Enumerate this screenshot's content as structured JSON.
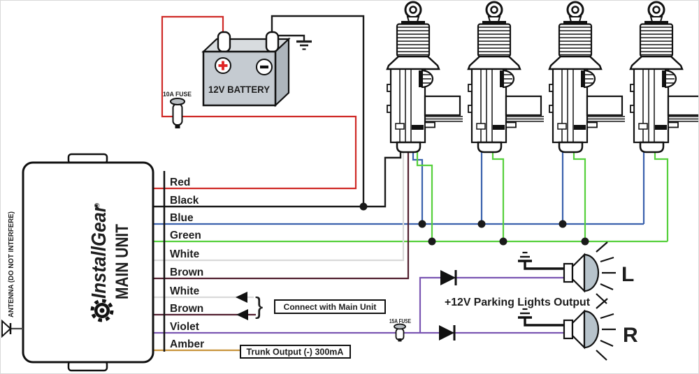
{
  "colors": {
    "red": "#cf2a27",
    "black": "#1a1a1a",
    "blue": "#3a61ad",
    "green": "#56d03c",
    "white": "#d9d9d9",
    "brown": "#522030",
    "violet": "#7a55b2",
    "amber": "#c8943c",
    "battery_front": "#c5cbd1",
    "battery_top": "#d8dcdf",
    "battery_side": "#adb5bc",
    "lamp_dome": "#b7c3cb",
    "fuse_cap": "#b9bec2",
    "plus_red": "#e02424"
  },
  "main_unit": {
    "brand": "InstallGear",
    "registered": "®",
    "title": "MAIN UNIT",
    "antenna_label": "ANTENNA (DO NOT INTERFERE)"
  },
  "battery": {
    "label": "12V BATTERY"
  },
  "fuse_10a": {
    "label": "10A FUSE"
  },
  "fuse_15a": {
    "label": "15A FUSE"
  },
  "wires": [
    {
      "label": "Red",
      "color": "#cf2a27"
    },
    {
      "label": "Black",
      "color": "#1a1a1a"
    },
    {
      "label": "Blue",
      "color": "#3a61ad"
    },
    {
      "label": "Green",
      "color": "#56d03c"
    },
    {
      "label": "White",
      "color": "#d9d9d9"
    },
    {
      "label": "Brown",
      "color": "#522030"
    },
    {
      "label": "White",
      "color": "#d9d9d9"
    },
    {
      "label": "Brown",
      "color": "#522030"
    },
    {
      "label": "Violet",
      "color": "#7a55b2"
    },
    {
      "label": "Amber",
      "color": "#c8943c"
    }
  ],
  "callouts": {
    "connect_with_main_unit": "Connect with Main Unit",
    "trunk_output": "Trunk Output (-) 300mA",
    "parking_lights": "+12V Parking Lights Output",
    "brace": "}",
    "left": "L",
    "right": "R"
  }
}
